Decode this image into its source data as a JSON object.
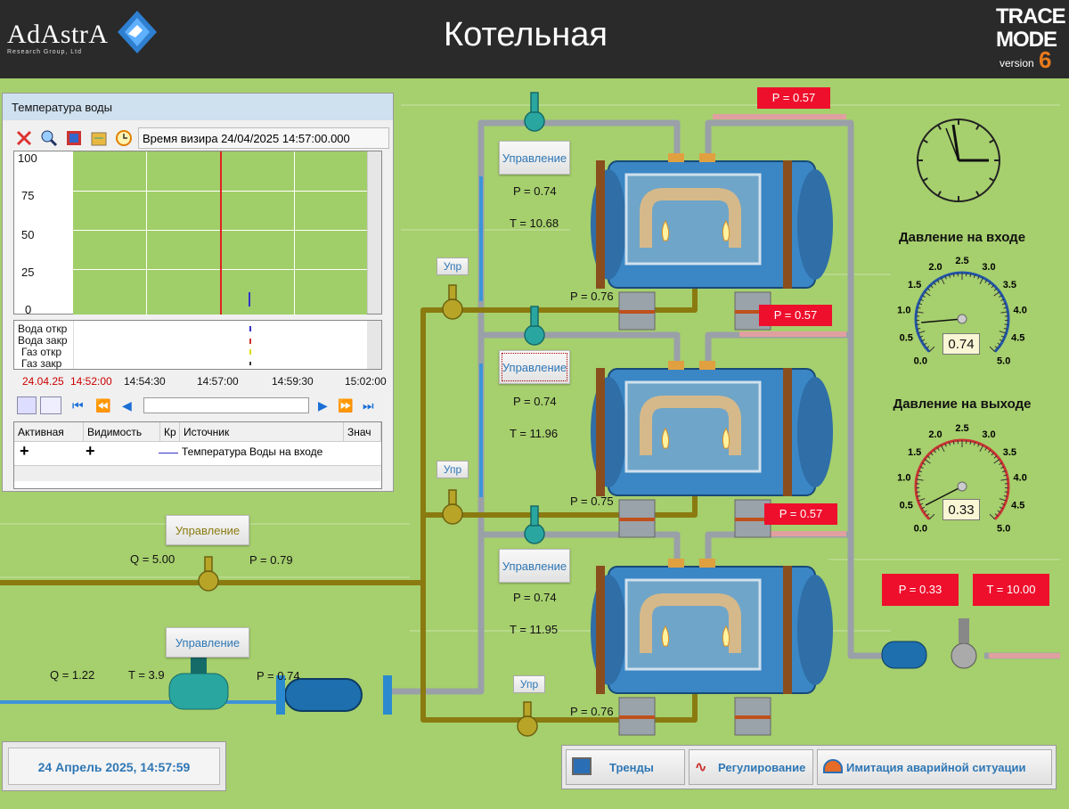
{
  "header": {
    "logo": "AdAstrA",
    "logo_sub": "Research Group, Ltd",
    "title": "Котельная",
    "brand_line1": "TRACE",
    "brand_line2": "MODE",
    "brand_version": "version",
    "brand_version_num": "6"
  },
  "trend": {
    "title": "Температура воды",
    "cursor_label": "Время визира 24/04/2025 14:57:00.000",
    "y_ticks": [
      "100",
      "75",
      "50",
      "25",
      "0"
    ],
    "discrete": [
      "Вода откр",
      "Вода закр",
      "Газ откр",
      "Газ закр"
    ],
    "x_date": "24.04.25",
    "x_ticks": [
      "14:52:00",
      "14:54:30",
      "14:57:00",
      "14:59:30",
      "15:02:00"
    ],
    "columns": [
      "Активная",
      "Видимость",
      "Кр",
      "Источник",
      "Знач"
    ],
    "row": {
      "active": "+",
      "visible": "+",
      "source": "Температура Воды на входе"
    }
  },
  "boilers": [
    {
      "btn": "Управление",
      "p": "P = 0.74",
      "t": "T = 10.68",
      "pout": "P = 0.76",
      "alarm": "P = 0.57"
    },
    {
      "btn": "Управление",
      "p": "P = 0.74",
      "t": "T = 11.96",
      "pout": "P = 0.75",
      "alarm": "P = 0.57"
    },
    {
      "btn": "Управление",
      "p": "P = 0.74",
      "t": "T = 11.95",
      "pout": "P = 0.76",
      "alarm": "P = 0.57"
    }
  ],
  "upr_label": "Упр",
  "gas_line": {
    "btn": "Управление",
    "q": "Q = 5.00",
    "p": "P = 0.79"
  },
  "water_line": {
    "btn": "Управление",
    "q": "Q = 1.22",
    "t": "T = 3.9",
    "p": "P = 0.74"
  },
  "gauges": [
    {
      "title": "Давление на входе",
      "value": "0.74",
      "labels": [
        "0.0",
        "0.5",
        "1.0",
        "1.5",
        "2.0",
        "2.5",
        "3.0",
        "3.5",
        "4.0",
        "4.5",
        "5.0"
      ],
      "arc_color": "#2255aa"
    },
    {
      "title": "Давление на выходе",
      "value": "0.33",
      "labels": [
        "0.0",
        "0.5",
        "1.0",
        "1.5",
        "2.0",
        "2.5",
        "3.0",
        "3.5",
        "4.0",
        "4.5",
        "5.0"
      ],
      "arc_color": "#cc3333"
    }
  ],
  "outlet": {
    "p": "P = 0.33",
    "t": "T = 10.00"
  },
  "datetime": "24 Апрель 2025, 14:57:59",
  "buttons": {
    "trends": "Тренды",
    "regulation": "Регулирование",
    "emergency": "Имитация аварийной ситуации"
  },
  "colors": {
    "alarm": "#ee0f2c",
    "background": "#a6cf6d",
    "header": "#2a2a2a",
    "pipe_gas": "#8a7a10",
    "pipe_water": "#9aa0a8"
  }
}
